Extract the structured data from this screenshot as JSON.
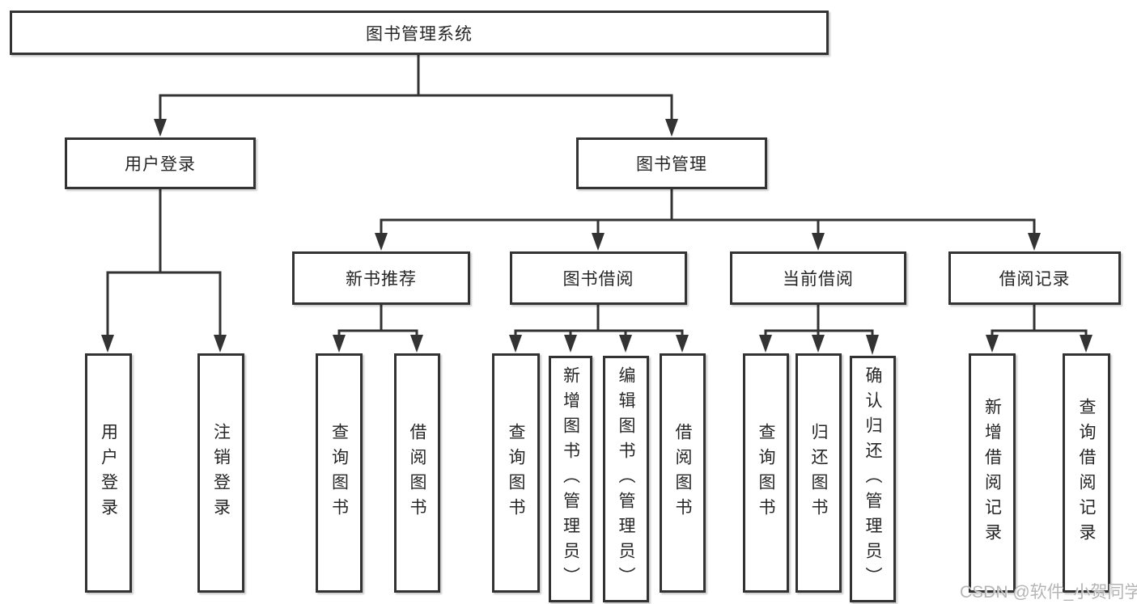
{
  "diagram": {
    "root": {
      "label": "图书管理系统"
    },
    "level2": [
      {
        "label": "用户登录"
      },
      {
        "label": "图书管理"
      }
    ],
    "level3": [
      {
        "label": "新书推荐"
      },
      {
        "label": "图书借阅"
      },
      {
        "label": "当前借阅"
      },
      {
        "label": "借阅记录"
      }
    ],
    "leaves": {
      "user_login": {
        "label": "用户登录"
      },
      "logout": {
        "label": "注销登录"
      },
      "rec_query_book": {
        "label": "查询图书"
      },
      "rec_borrow_book": {
        "label": "借阅图书"
      },
      "bb_query_book": {
        "label": "查询图书"
      },
      "bb_add_book_admin": {
        "label": "新增图书（管理员）"
      },
      "bb_edit_book_admin": {
        "label": "编辑图书（管理员）"
      },
      "bb_borrow_book": {
        "label": "借阅图书"
      },
      "cb_query_book": {
        "label": "查询图书"
      },
      "cb_return_book": {
        "label": "归还图书"
      },
      "cb_confirm_return_admin": {
        "label": "确认归还（管理员）"
      },
      "br_add_record": {
        "label": "新增借阅记录"
      },
      "br_query_record": {
        "label": "查询借阅记录"
      }
    }
  },
  "watermark": {
    "text": "CSDN @软件_小贺同学"
  },
  "colors": {
    "line": "#333333",
    "box_border": "#333333",
    "box_fill": "#ffffff",
    "text": "#262626",
    "watermark": "#b5b5b5"
  }
}
